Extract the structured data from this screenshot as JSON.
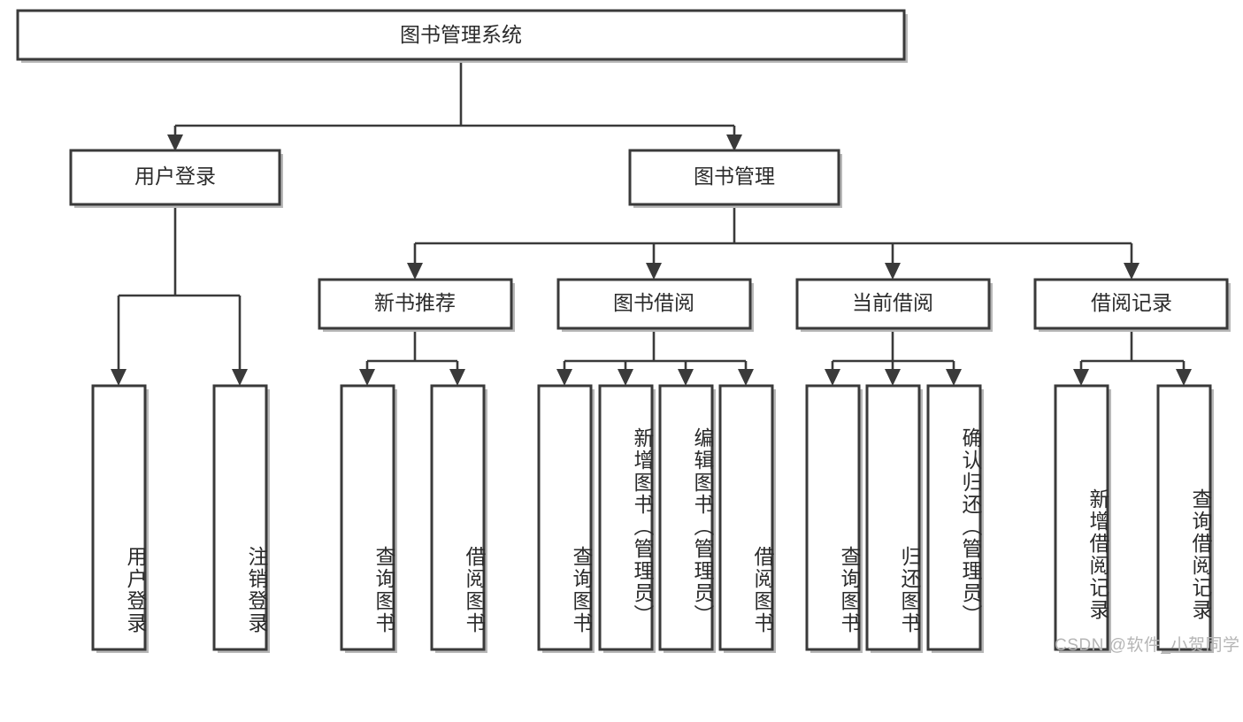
{
  "diagram": {
    "title": "图书管理系统",
    "type": "hierarchy-tree",
    "root": {
      "id": "root",
      "label": "图书管理系统",
      "orientation": "horizontal"
    },
    "level2": [
      {
        "id": "user-login",
        "label": "用户登录",
        "orientation": "horizontal"
      },
      {
        "id": "book-manage",
        "label": "图书管理",
        "orientation": "horizontal"
      }
    ],
    "level3": [
      {
        "id": "new-book-recommend",
        "label": "新书推荐",
        "orientation": "horizontal",
        "parent": "book-manage"
      },
      {
        "id": "book-borrow",
        "label": "图书借阅",
        "orientation": "horizontal",
        "parent": "book-manage"
      },
      {
        "id": "current-borrow",
        "label": "当前借阅",
        "orientation": "horizontal",
        "parent": "book-manage"
      },
      {
        "id": "borrow-record",
        "label": "借阅记录",
        "orientation": "horizontal",
        "parent": "book-manage"
      }
    ],
    "leaves": [
      {
        "id": "leaf-user-login",
        "label": "用户登录",
        "orientation": "vertical",
        "parent": "user-login"
      },
      {
        "id": "leaf-logout-login",
        "label": "注销登录",
        "orientation": "vertical",
        "parent": "user-login"
      },
      {
        "id": "leaf-query-book-1",
        "label": "查询图书",
        "orientation": "vertical",
        "parent": "new-book-recommend"
      },
      {
        "id": "leaf-borrow-book-1",
        "label": "借阅图书",
        "orientation": "vertical",
        "parent": "new-book-recommend"
      },
      {
        "id": "leaf-query-book-2",
        "label": "查询图书",
        "orientation": "vertical",
        "parent": "book-borrow"
      },
      {
        "id": "leaf-add-book-admin",
        "label": "新增图书（管理员）",
        "orientation": "vertical",
        "parent": "book-borrow"
      },
      {
        "id": "leaf-edit-book-admin",
        "label": "编辑图书（管理员）",
        "orientation": "vertical",
        "parent": "book-borrow"
      },
      {
        "id": "leaf-borrow-book-2",
        "label": "借阅图书",
        "orientation": "vertical",
        "parent": "book-borrow"
      },
      {
        "id": "leaf-query-book-3",
        "label": "查询图书",
        "orientation": "vertical",
        "parent": "current-borrow"
      },
      {
        "id": "leaf-return-book",
        "label": "归还图书",
        "orientation": "vertical",
        "parent": "current-borrow"
      },
      {
        "id": "leaf-confirm-return-admin",
        "label": "确认归还（管理员）",
        "orientation": "vertical",
        "parent": "current-borrow"
      },
      {
        "id": "leaf-add-borrow-record",
        "label": "新增借阅记录",
        "orientation": "vertical",
        "parent": "borrow-record"
      },
      {
        "id": "leaf-query-borrow-record",
        "label": "查询借阅记录",
        "orientation": "vertical",
        "parent": "borrow-record"
      }
    ]
  },
  "watermark": {
    "text": "CSDN @软件_小贺同学"
  },
  "colors": {
    "background": "#ffffff",
    "node_fill": "#ffffff",
    "node_stroke": "#3a3a3a",
    "connector": "#3a3a3a",
    "text": "#2b2b2b",
    "watermark": "#b5b5b5"
  }
}
